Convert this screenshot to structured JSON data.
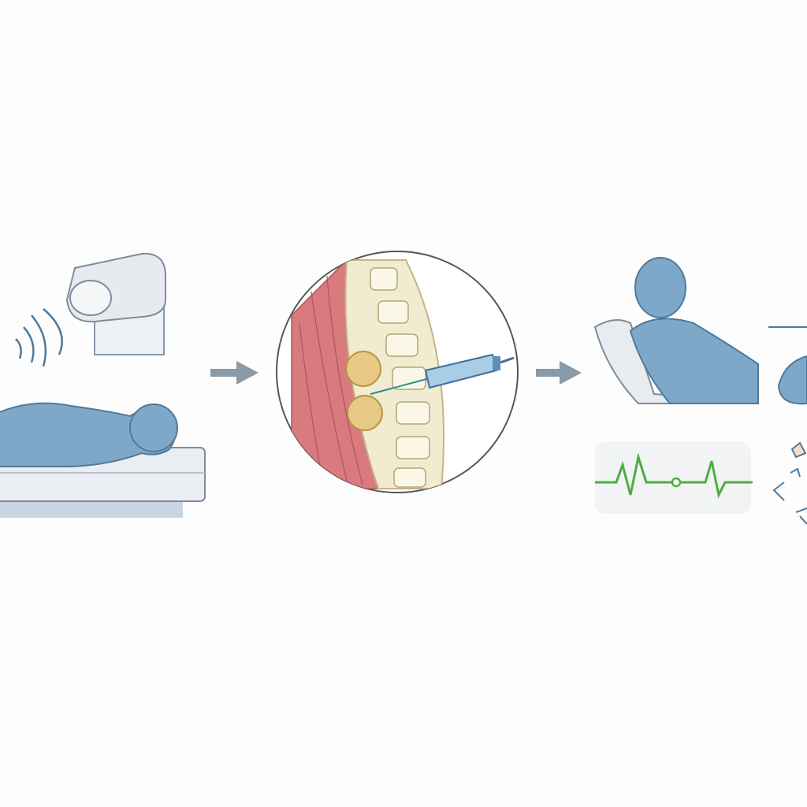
{
  "diagram": {
    "steps": [
      {
        "id": "imaging",
        "icon": "patient-scanner-icon"
      },
      {
        "id": "injection",
        "icon": "spine-injection-icon"
      },
      {
        "id": "recovery",
        "icon": "reclining-patient-icon"
      }
    ],
    "colors": {
      "background": "#fdfdfd",
      "patient_blue": "#7fa8c8",
      "outline": "#4e7a9c",
      "arrow": "#8a9aa6",
      "muscle": "#d97a7f",
      "bone": "#f1ecd0",
      "disc": "#e8c984",
      "ecg": "#4caf3f",
      "scanner": "#e4e8ee"
    }
  }
}
